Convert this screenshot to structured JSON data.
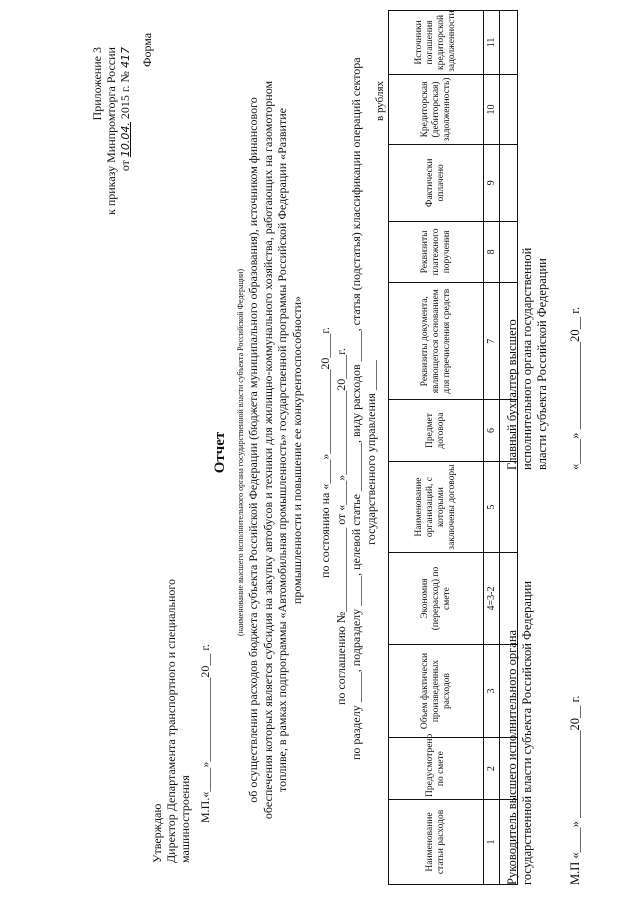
{
  "annex": {
    "line1": "Приложение 3",
    "line2": "к приказу Минпромторга России",
    "date_from": "от",
    "date_hand": "10.04.",
    "date_tail": "2015 г. №",
    "number_hand": "417"
  },
  "form_label": "Форма",
  "approve": {
    "line1": "Утверждаю",
    "line2": "Директор Департамента транспортного и специального",
    "line3": "машиностроения",
    "mp": "М.П.«____»______________20__ г."
  },
  "title": "Отчет",
  "subnote": "(наименование высшего исполнительного органа государственной власти субъекта Российской Федерации)",
  "paragraph": "об осуществлении расходов бюджета субъекта Российской Федерации (бюджета муниципального образования), источником финансового обеспечения которых является субсидия на закупку автобусов и техники для жилищно-коммунального хозяйства, работающих на газомоторном топливе, в рамках подпрограммы «Автомобильная промышленность» государственной программы Российской Федерации «Развитие промышленности и повышение ее конкурентоспособности»",
  "as_of": "по состоянию на «____»______________20____г.",
  "agreement": "по соглашению №______________ от «____»______________20____г.",
  "classif": "по разделу _____, подразделу _____, целевой статье ________, виду расходов _____, статья (подстатья) классификации операций сектора",
  "classif2": "государственного управления _____",
  "units": "в рублях",
  "table": {
    "headers": [
      "Наименование статьи расходов",
      "Предусмотрено по смете",
      "Объем фактически произведенных расходов",
      "Экономия (перерасход) по смете",
      "Наименование организаций, с которыми заключены договоры",
      "Предмет договора",
      "Реквизиты документа, являющегося основанием для перечисления средств",
      "Реквизиты платежного поручения",
      "Фактически оплачено",
      "Кредиторская (дебиторская) задолженность)",
      "Источники погашения кредиторской задолженности"
    ],
    "numbers": [
      "1",
      "2",
      "3",
      "4=3-2",
      "5",
      "6",
      "7",
      "8",
      "9",
      "10",
      "11"
    ]
  },
  "sign_left": {
    "line1": "Руководитель высшего исполнительного органа",
    "line2": "государственной власти субъекта Российской Федерации",
    "mp": "М.П «____» ______________20__ г."
  },
  "sign_right": {
    "line1": "Главный бухгалтер высшего",
    "line2": "исполнительного органа государственной",
    "line3": "власти субъекта Российской Федерации",
    "date": "«____» ______________20__ г."
  }
}
